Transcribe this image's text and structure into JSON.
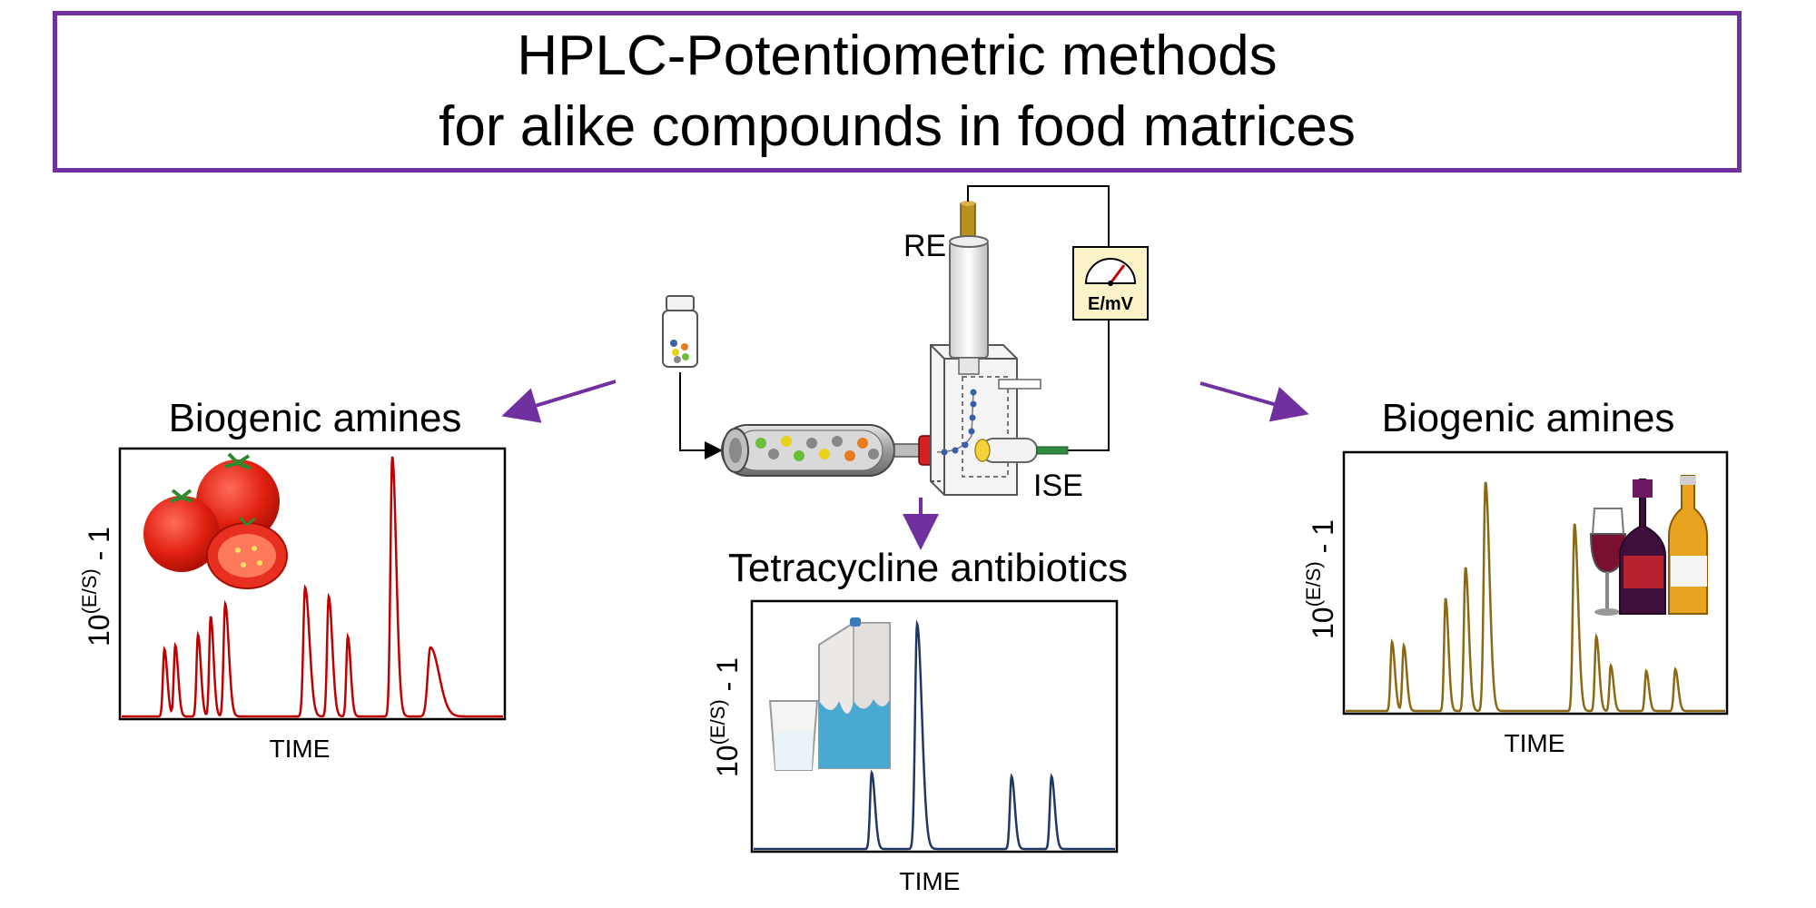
{
  "title": {
    "line1": "HPLC-Potentiometric methods",
    "line2": "for alike compounds in food matrices"
  },
  "setup": {
    "reference_electrode_label": "RE",
    "ion_selective_electrode_label": "ISE",
    "meter_label": "E/mV"
  },
  "panels": {
    "left": {
      "heading": "Biogenic amines",
      "ylabel_base": "10",
      "ylabel_exponent": "(E/S)",
      "ylabel_tail": " - 1",
      "xlabel": "TIME",
      "food": "tomatoes",
      "color": "#c00000"
    },
    "center": {
      "heading": "Tetracycline antibiotics",
      "ylabel_base": "10",
      "ylabel_exponent": "(E/S)",
      "ylabel_tail": " - 1",
      "xlabel": "TIME",
      "food": "milk",
      "color": "#1f3864"
    },
    "right": {
      "heading": "Biogenic amines",
      "ylabel_base": "10",
      "ylabel_exponent": "(E/S)",
      "ylabel_tail": " - 1",
      "xlabel": "TIME",
      "food": "wine and beer",
      "color": "#8b6914"
    }
  },
  "colors": {
    "frame": "#7030a0",
    "arrows": "#7030a0"
  }
}
